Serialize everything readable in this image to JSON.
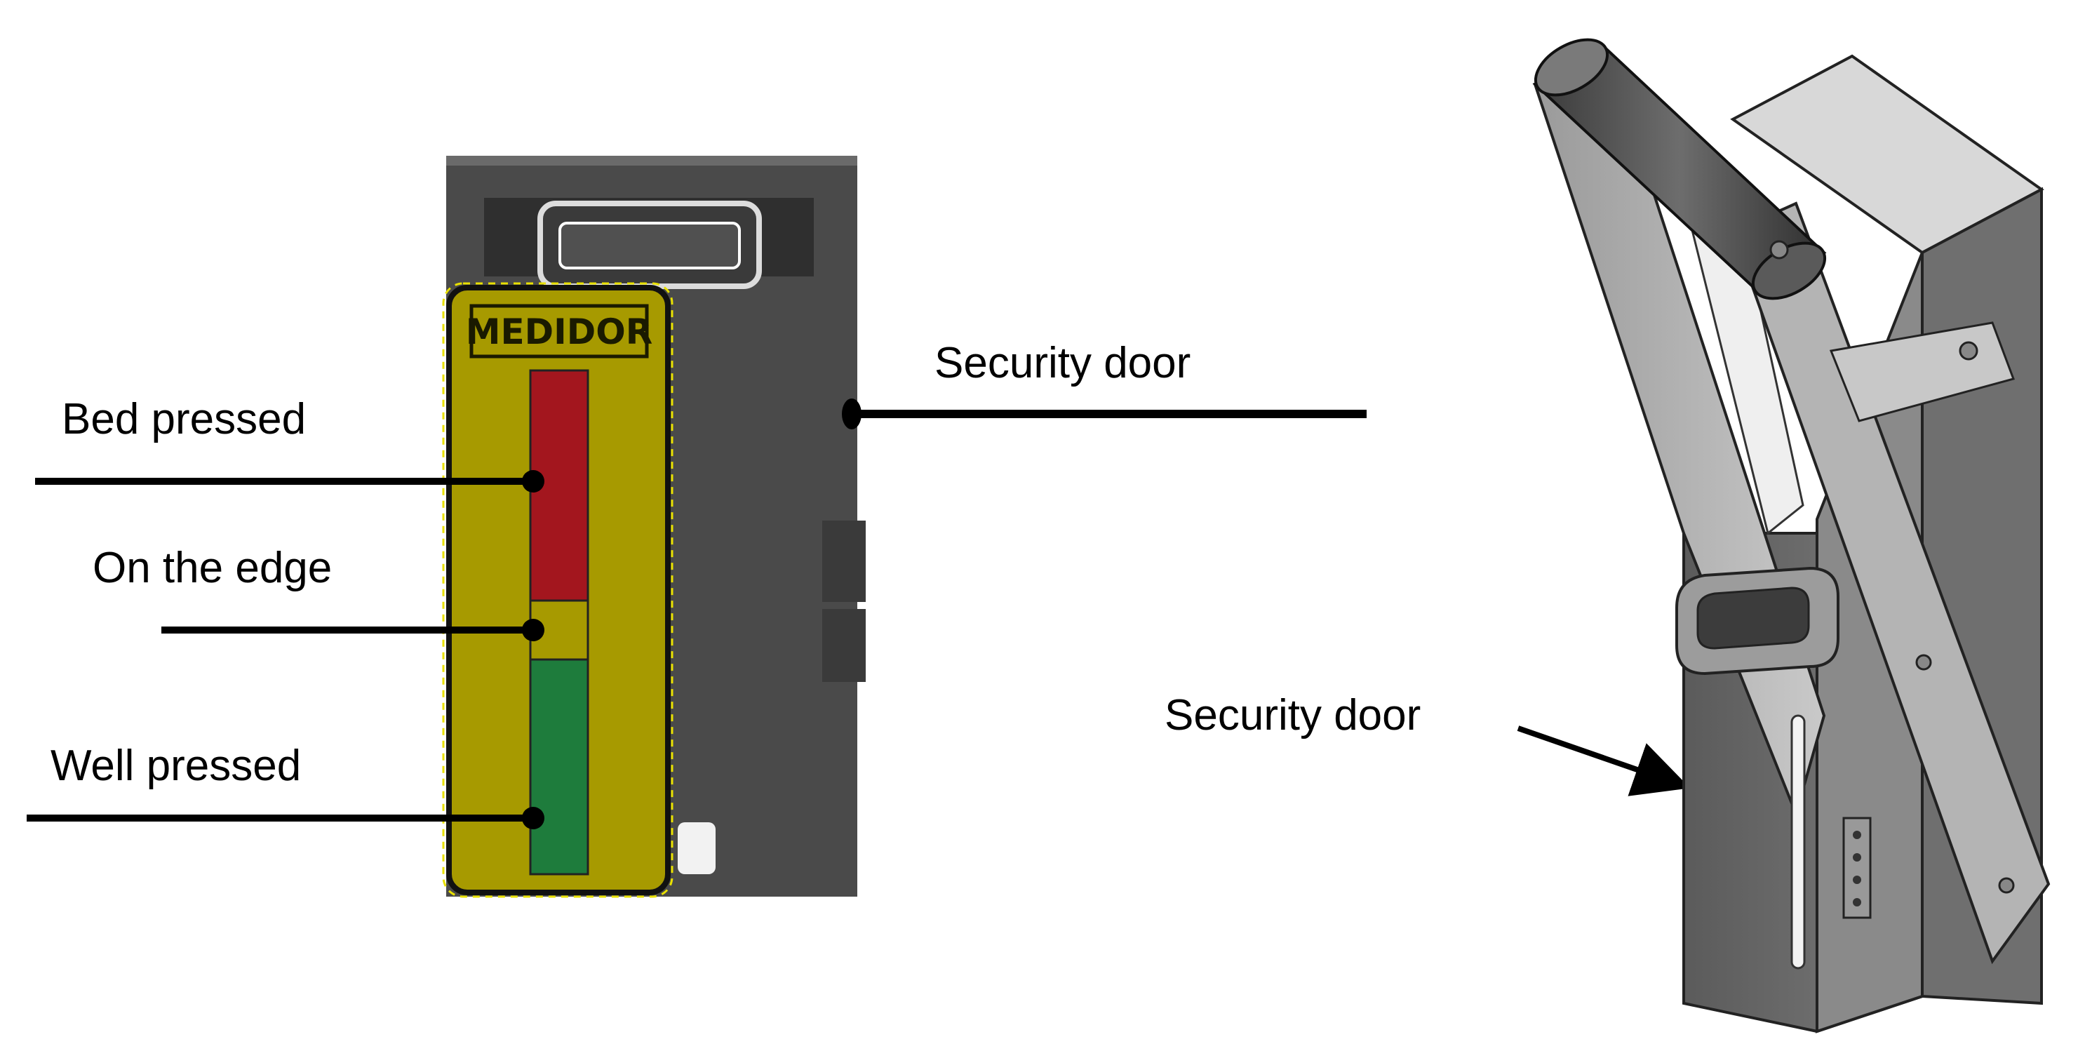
{
  "labels": {
    "bed_pressed": "Bed pressed",
    "on_the_edge": "On the edge",
    "well_pressed": "Well pressed",
    "security_door_front": "Security door",
    "security_door_iso": "Security door"
  },
  "device": {
    "brand": "MEDIDOR"
  },
  "colors": {
    "panel": "#a79a00",
    "bad": "#a3161e",
    "edge": "#a79a00",
    "good": "#1e7c3c",
    "housing": "#4a4a4a"
  },
  "icons": [
    "front-view-device-icon",
    "isometric-device-icon"
  ]
}
